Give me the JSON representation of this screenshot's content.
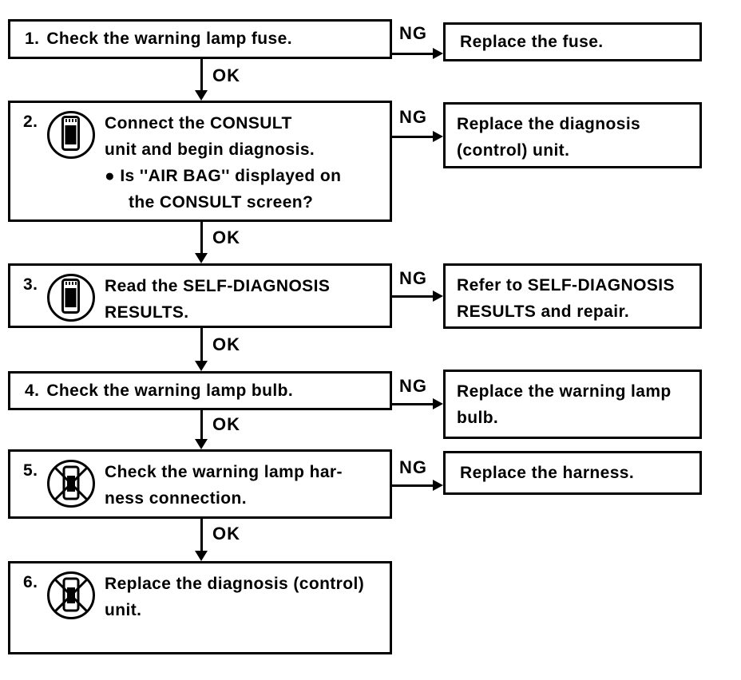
{
  "colors": {
    "ink": "#000000",
    "paper": "#ffffff"
  },
  "labels": {
    "ok": "OK",
    "ng": "NG"
  },
  "icons": {
    "consult": "consult-tester-icon",
    "no_consult": "consult-not-used-icon"
  },
  "steps": [
    {
      "number": "1.",
      "lines": [
        "Check the warning lamp fuse."
      ]
    },
    {
      "number": "2.",
      "lines": [
        "Connect the CONSULT",
        "unit and begin diagnosis.",
        "● Is ''AIR BAG'' displayed on",
        "the CONSULT screen?"
      ]
    },
    {
      "number": "3.",
      "lines": [
        "Read the SELF-DIAGNOSIS",
        "RESULTS."
      ]
    },
    {
      "number": "4.",
      "lines": [
        "Check the warning lamp bulb."
      ]
    },
    {
      "number": "5.",
      "lines": [
        "Check the warning lamp har-",
        "ness connection."
      ]
    },
    {
      "number": "6.",
      "lines": [
        "Replace the diagnosis (control)",
        "unit."
      ]
    }
  ],
  "ng_actions": [
    {
      "lines": [
        "Replace the fuse."
      ]
    },
    {
      "lines": [
        "Replace the diagnosis",
        "(control) unit."
      ]
    },
    {
      "lines": [
        "Refer to SELF-DIAGNOSIS",
        "RESULTS and repair."
      ]
    },
    {
      "lines": [
        "Replace the warning lamp",
        "bulb."
      ]
    },
    {
      "lines": [
        "Replace the harness."
      ]
    }
  ]
}
